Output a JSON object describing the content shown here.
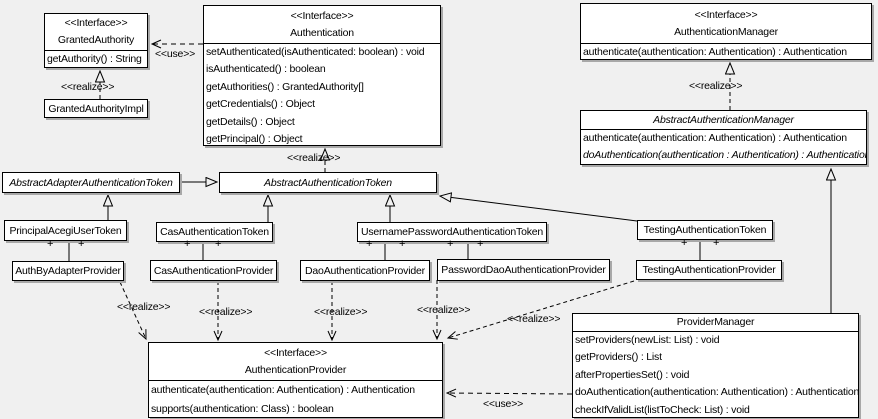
{
  "labels": {
    "realize": "<<realize>>",
    "use": "<<use>>",
    "plus": "+",
    "interface_stereotype": "<<Interface>>"
  },
  "classes": {
    "granted_authority": {
      "stereotype": "<<Interface>>",
      "name": "GrantedAuthority",
      "methods": [
        "getAuthority() : String"
      ]
    },
    "granted_authority_impl": {
      "name": "GrantedAuthorityImpl"
    },
    "authentication": {
      "stereotype": "<<Interface>>",
      "name": "Authentication",
      "methods": [
        "setAuthenticated(isAuthenticated: boolean) : void",
        "isAuthenticated() : boolean",
        "getAuthorities() : GrantedAuthority[]",
        "getCredentials() : Object",
        "getDetails() : Object",
        "getPrincipal() : Object"
      ]
    },
    "authentication_manager": {
      "stereotype": "<<Interface>>",
      "name": "AuthenticationManager",
      "methods": [
        "authenticate(authentication: Authentication) : Authentication"
      ]
    },
    "abstract_authentication_manager": {
      "name": "AbstractAuthenticationManager",
      "methods": [
        "authenticate(authentication: Authentication) : Authentication",
        "doAuthentication(authentication : Authentication) : Authentication"
      ]
    },
    "abstract_adapter_authentication_token": {
      "name": "AbstractAdapterAuthenticationToken"
    },
    "abstract_authentication_token": {
      "name": "AbstractAuthenticationToken"
    },
    "principal_acegi_user_token": {
      "name": "PrincipalAcegiUserToken"
    },
    "cas_authentication_token": {
      "name": "CasAuthenticationToken"
    },
    "username_password_authentication_token": {
      "name": "UsernamePasswordAuthenticationToken"
    },
    "testing_authentication_token": {
      "name": "TestingAuthenticationToken"
    },
    "auth_by_adapter_provider": {
      "name": "AuthByAdapterProvider"
    },
    "cas_authentication_provider": {
      "name": "CasAuthenticationProvider"
    },
    "dao_authentication_provider": {
      "name": "DaoAuthenticationProvider"
    },
    "password_dao_authentication_provider": {
      "name": "PasswordDaoAuthenticationProvider"
    },
    "testing_authentication_provider": {
      "name": "TestingAuthenticationProvider"
    },
    "authentication_provider": {
      "stereotype": "<<Interface>>",
      "name": "AuthenticationProvider",
      "methods": [
        "authenticate(authentication: Authentication) : Authentication",
        "supports(authentication: Class) : boolean"
      ]
    },
    "provider_manager": {
      "name": "ProviderManager",
      "methods": [
        "setProviders(newList: List) : void",
        "getProviders() : List",
        "afterPropertiesSet() : void",
        "doAuthentication(authentication: Authentication) : Authentication",
        "checkIfValidList(listToCheck: List) : void"
      ]
    }
  },
  "colors": {
    "background": "#f0f0f0",
    "box_fill": "#ffffff",
    "line": "#000000",
    "shadow": "#a8a8a8"
  }
}
